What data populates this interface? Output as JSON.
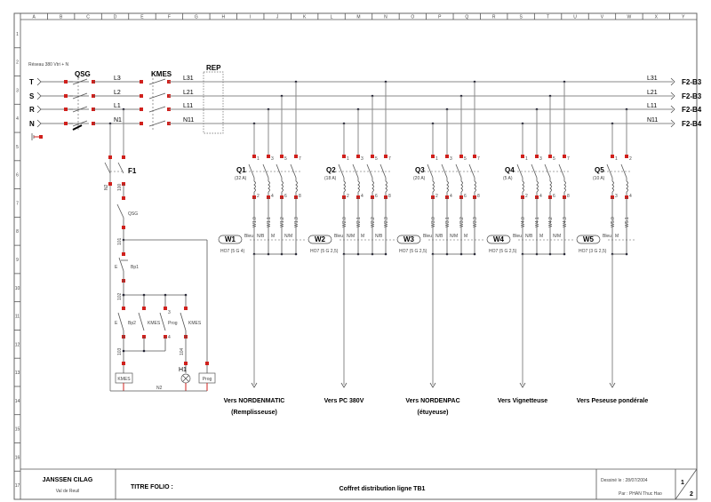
{
  "grid": {
    "columns": [
      "A",
      "B",
      "C",
      "D",
      "E",
      "F",
      "G",
      "H",
      "I",
      "J",
      "K",
      "L",
      "M",
      "N",
      "O",
      "P",
      "Q",
      "R",
      "S",
      "T",
      "U",
      "V",
      "W",
      "X",
      "Y"
    ],
    "rows": [
      "1",
      "2",
      "3",
      "4",
      "5",
      "6",
      "7",
      "8",
      "9",
      "10",
      "11",
      "12",
      "13",
      "14",
      "15",
      "16",
      "17"
    ]
  },
  "network_label": "Réseau 380 Vtri + N",
  "phases": [
    {
      "input": "T",
      "mid": "L3",
      "output": "L31",
      "destination": "F2-B3"
    },
    {
      "input": "S",
      "mid": "L2",
      "output": "L21",
      "destination": "F2-B3"
    },
    {
      "input": "R",
      "mid": "L1",
      "output": "L11",
      "destination": "F2-B4"
    },
    {
      "input": "N",
      "mid": "N1",
      "output": "N11",
      "destination": "F2-B4"
    }
  ],
  "main_devices": {
    "disconnector": "QSG",
    "contactor": "KMES",
    "rep": "REP"
  },
  "feeders": [
    {
      "name": "Q1",
      "rating": "(32 A)",
      "terminals_top": [
        "1",
        "3",
        "5",
        "7"
      ],
      "terminals_bottom": [
        "2",
        "4",
        "6",
        "8"
      ],
      "wires": [
        "W1.0",
        "W1.1",
        "W1.2",
        "W1.3"
      ],
      "cable": "W1",
      "colors": [
        "Bleu",
        "N/B",
        "M",
        "N/M"
      ],
      "cable_type": "HO7 (5 G 4)",
      "destination": [
        "Vers NORDENMATIC",
        "(Remplisseuse)"
      ]
    },
    {
      "name": "Q2",
      "rating": "(18 A)",
      "terminals_top": [
        "1",
        "3",
        "5",
        "7"
      ],
      "terminals_bottom": [
        "2",
        "4",
        "6",
        "8"
      ],
      "wires": [
        "W2.0",
        "W2.1",
        "W2.2",
        "W2.3"
      ],
      "cable": "W2",
      "colors": [
        "Bleu",
        "N/M",
        "M",
        "N/B"
      ],
      "cable_type": "HO7 (5 G 2,5)",
      "destination": [
        "Vers PC 380V"
      ]
    },
    {
      "name": "Q3",
      "rating": "(20 A)",
      "terminals_top": [
        "1",
        "3",
        "5",
        "7"
      ],
      "terminals_bottom": [
        "2",
        "4",
        "6",
        "8"
      ],
      "wires": [
        "W3.0",
        "W3.1",
        "W3.2",
        "W3.3"
      ],
      "cable": "W3",
      "colors": [
        "Bleu",
        "N/B",
        "N/M",
        "M"
      ],
      "cable_type": "HO7 (5 G 2,5)",
      "destination": [
        "Vers NORDENPAC",
        "(étuyeuse)"
      ]
    },
    {
      "name": "Q4",
      "rating": "(5 A)",
      "terminals_top": [
        "1",
        "3",
        "5",
        "7"
      ],
      "terminals_bottom": [
        "2",
        "4",
        "6",
        "8"
      ],
      "wires": [
        "W4.0",
        "W4.1",
        "W4.2",
        "W4.3"
      ],
      "cable": "W4",
      "colors": [
        "Bleu",
        "N/B",
        "M",
        "N/M"
      ],
      "cable_type": "HO7 (5 G 2,5)",
      "destination": [
        "Vers Vignetteuse"
      ]
    },
    {
      "name": "Q5",
      "rating": "(10 A)",
      "terminals_top": [
        "1",
        "2"
      ],
      "terminals_bottom": [
        "3",
        "4"
      ],
      "wires": [
        "W5.0",
        "W5.1"
      ],
      "cable": "W5",
      "colors": [
        "Bleu",
        "M"
      ],
      "cable_type": "HO7 (3 G 2,5)",
      "destination": [
        "Vers Peseuse pondérale"
      ]
    }
  ],
  "control": {
    "fuse": "F1",
    "wire_n2": "N2",
    "wire_100": "100",
    "switch_qsg": "QSG",
    "wire_101": "101",
    "bp1_prefix": "E",
    "bp1": "Bp1",
    "wire_102": "102",
    "bp2_prefix": "E",
    "bp2": "Bp2",
    "kmes_contact": "KMES",
    "prog_contact": "Prog",
    "prog_t3": "3",
    "prog_t4": "4",
    "kmes_contact2": "KMES",
    "wire_103": "103",
    "wire_104": "104",
    "lamp": "H1",
    "coil_kmes": "KMES",
    "coil_prog": "Prog",
    "wire_n2_bottom": "N2"
  },
  "title_block": {
    "company": "JANSSEN CILAG",
    "site": "Val de Reuil",
    "folio_label": "TITRE FOLIO :",
    "title": "Coffret distribution ligne TB1",
    "drawn_date": "Dessiné le : 28/07/2004",
    "drawn_by": "Par : PHAN Thuc Hao",
    "page": "1",
    "total_pages": "2"
  },
  "colors": {
    "terminal": "#d0201c",
    "wire": "#555555",
    "bus": "#8a8a8a"
  }
}
